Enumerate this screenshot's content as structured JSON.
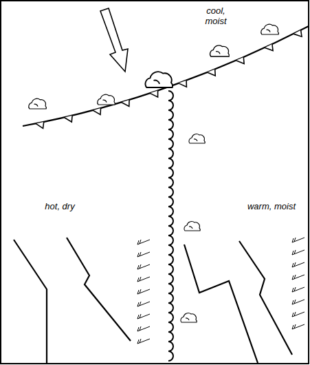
{
  "diagram": {
    "labels": [
      "cool, moist",
      "hot, dry",
      "warm, moist"
    ]
  }
}
